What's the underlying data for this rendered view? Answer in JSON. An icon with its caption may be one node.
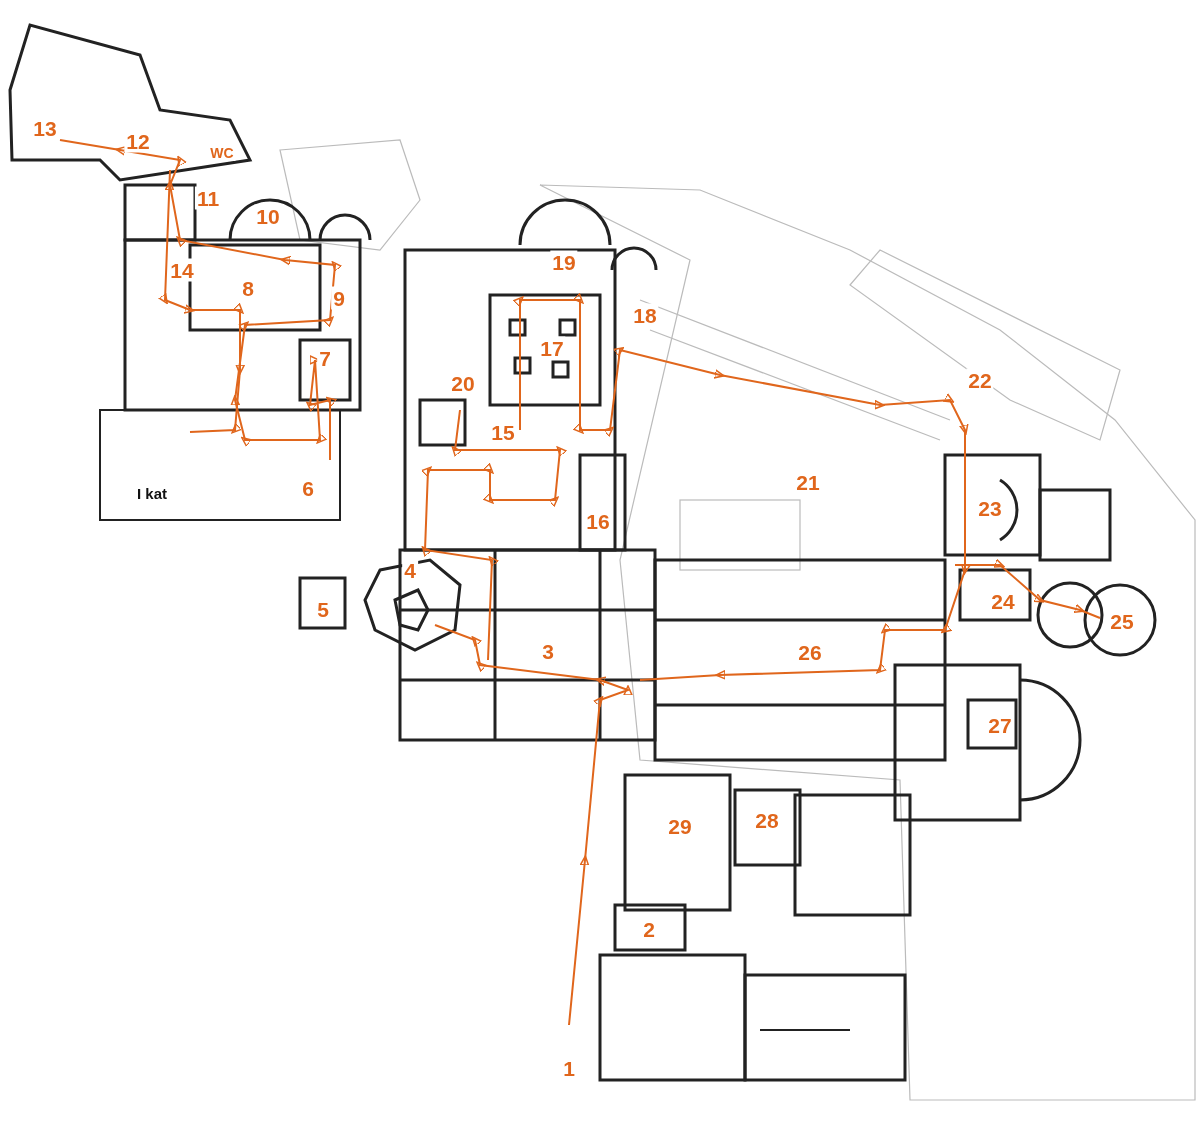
{
  "diagram": {
    "labels": [
      "13",
      "12",
      "WC",
      "11",
      "10",
      "19",
      "14",
      "8",
      "9",
      "18",
      "17",
      "7",
      "20",
      "22",
      "15",
      "21",
      "I kat",
      "6",
      "23",
      "16",
      "4",
      "24",
      "5",
      "25",
      "3",
      "26",
      "27",
      "29",
      "28",
      "2",
      "1"
    ]
  }
}
